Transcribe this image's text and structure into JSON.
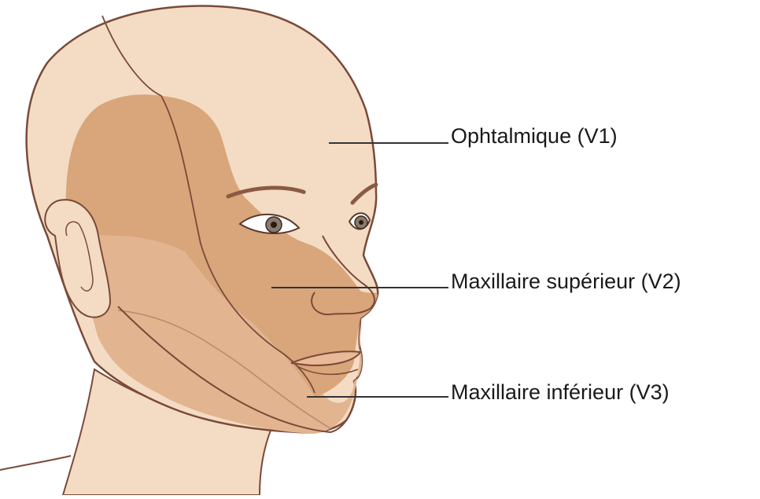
{
  "labels": {
    "v1": "Ophtalmique (V1)",
    "v2": "Maxillaire supérieur (V2)",
    "v3": "Maxillaire inférieur (V3)"
  },
  "colors": {
    "skin": "#f4dcc4",
    "v1_zone": "#f4dcc4",
    "v2_zone": "#d9a57a",
    "v3_zone": "#e2b590",
    "outline": "#7a4a3a",
    "leader_line": "#333333"
  }
}
